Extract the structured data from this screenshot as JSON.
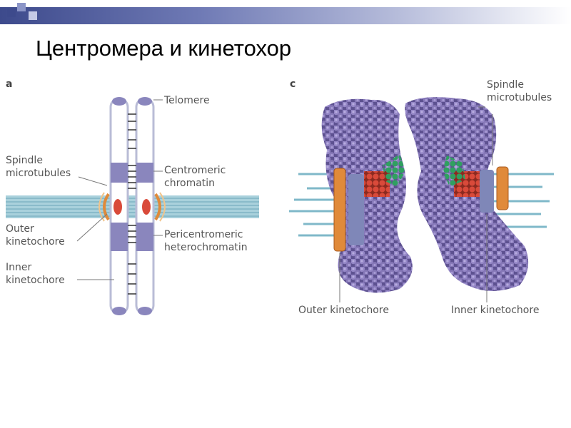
{
  "slide": {
    "title": "Центромера и кинетохор"
  },
  "panel_a": {
    "letter": "a",
    "labels": {
      "telomere": "Telomere",
      "spindle_microtubules": "Spindle\nmicrotubules",
      "centromeric_chromatin": "Centromeric\nchromatin",
      "outer_kinetochore": "Outer\nkinetochore",
      "pericentromeric": "Pericentromeric\nheterochromatin",
      "inner_kinetochore": "Inner\nkinetochore"
    }
  },
  "panel_c": {
    "letter": "c",
    "labels": {
      "spindle_microtubules": "Spindle\nmicrotubules",
      "outer_kinetochore": "Outer kinetochore",
      "inner_kinetochore": "Inner kinetochore"
    }
  },
  "colors": {
    "chromatid": "#ffffff",
    "chromatid_outline": "#b9bcd6",
    "centromeric_band": "#8a86bd",
    "microtubules": "#7fb8c9",
    "outer_kinetochore": "#e08a3a",
    "inner_kinetochore": "#d94a3a",
    "chromatin_beads": "#8678b8",
    "green_beads": "#2fa060",
    "deco_squares": [
      "#3d4a8c",
      "#8c96c8",
      "#c5cae6"
    ]
  }
}
